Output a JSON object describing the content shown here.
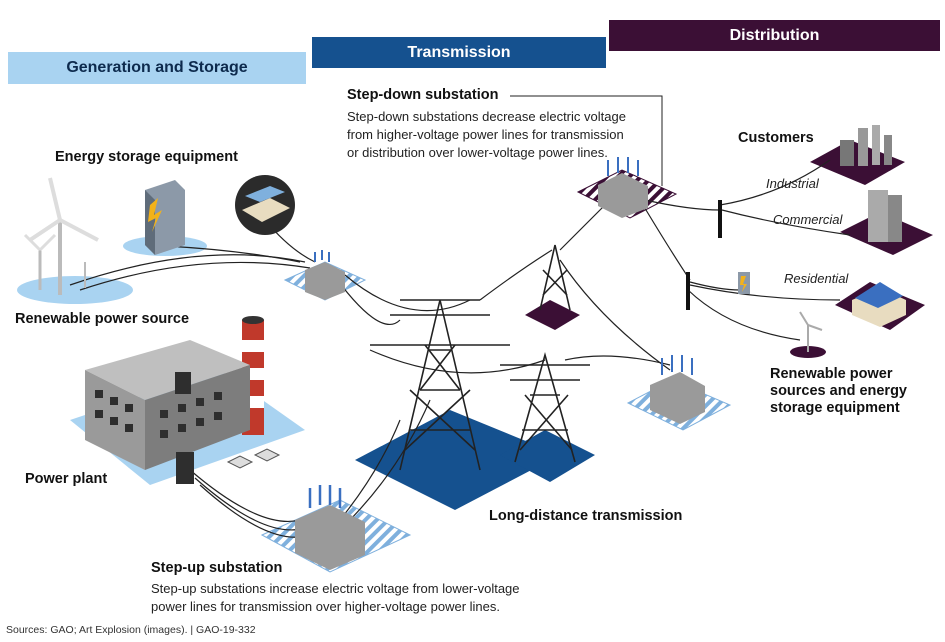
{
  "headers": {
    "generation": "Generation and Storage",
    "transmission": "Transmission",
    "distribution": "Distribution"
  },
  "labels": {
    "energy_storage": "Energy storage equipment",
    "renewable_power_source": "Renewable power source",
    "power_plant": "Power plant",
    "step_down_title": "Step-down substation",
    "step_down_desc": "Step-down substations decrease electric voltage from higher-voltage power lines for transmission or distribution over lower-voltage power lines.",
    "step_up_title": "Step-up substation",
    "step_up_desc": "Step-up substations increase electric voltage from lower-voltage power lines for transmission over higher-voltage power lines.",
    "long_distance": "Long-distance transmission",
    "customers": "Customers",
    "industrial": "Industrial",
    "commercial": "Commercial",
    "residential": "Residential",
    "renewable_dist_1": "Renewable power",
    "renewable_dist_2": "sources and energy",
    "renewable_dist_3": "storage equipment"
  },
  "source": "Sources: GAO; Art Explosion (images).  |  GAO-19-332",
  "colors": {
    "generation_header": "#a9d3f1",
    "transmission_header": "#15518f",
    "distribution_header": "#3b0f35",
    "transmission_ground": "#15518f",
    "distribution_ground": "#3b0f35"
  }
}
